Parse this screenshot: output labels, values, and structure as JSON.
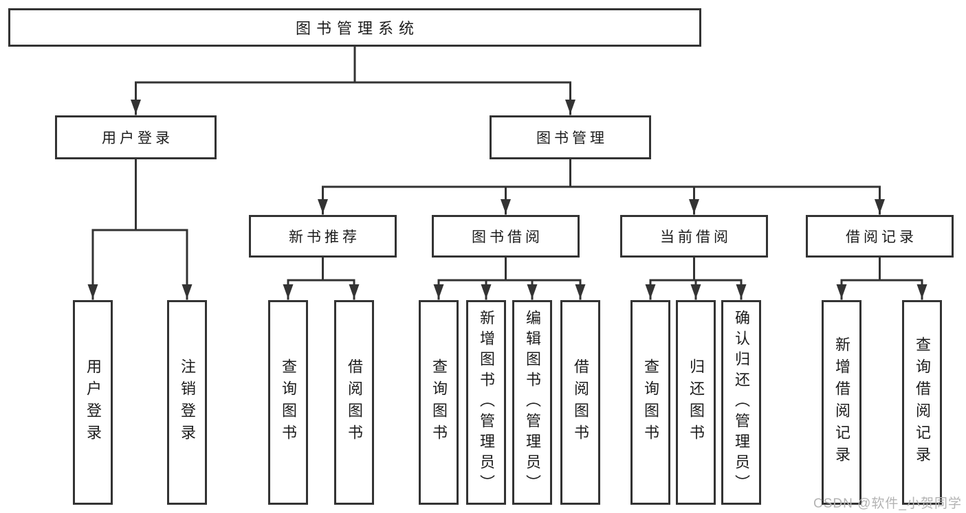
{
  "tree": {
    "root": {
      "label": "图书管理系统"
    },
    "user_login": {
      "label": "用户登录",
      "children": [
        "用户登录",
        "注销登录"
      ]
    },
    "book_mgmt": {
      "label": "图书管理"
    },
    "new_book": {
      "label": "新书推荐",
      "children": [
        "查询图书",
        "借阅图书"
      ]
    },
    "book_borrow": {
      "label": "图书借阅",
      "children": [
        "查询图书",
        "新增图书（管理员）",
        "编辑图书（管理员）",
        "借阅图书"
      ]
    },
    "current_borrow": {
      "label": "当前借阅",
      "children": [
        "查询图书",
        "归还图书",
        "确认归还（管理员）"
      ]
    },
    "borrow_record": {
      "label": "借阅记录",
      "children": [
        "新增借阅记录",
        "查询借阅记录"
      ]
    }
  },
  "watermark": {
    "text": "CSDN @软件_小贺同学"
  },
  "colors": {
    "line": "#333333",
    "box_border": "#333333",
    "text": "#1c1c1c",
    "watermark": "#b3b3b3",
    "background": "#ffffff"
  }
}
